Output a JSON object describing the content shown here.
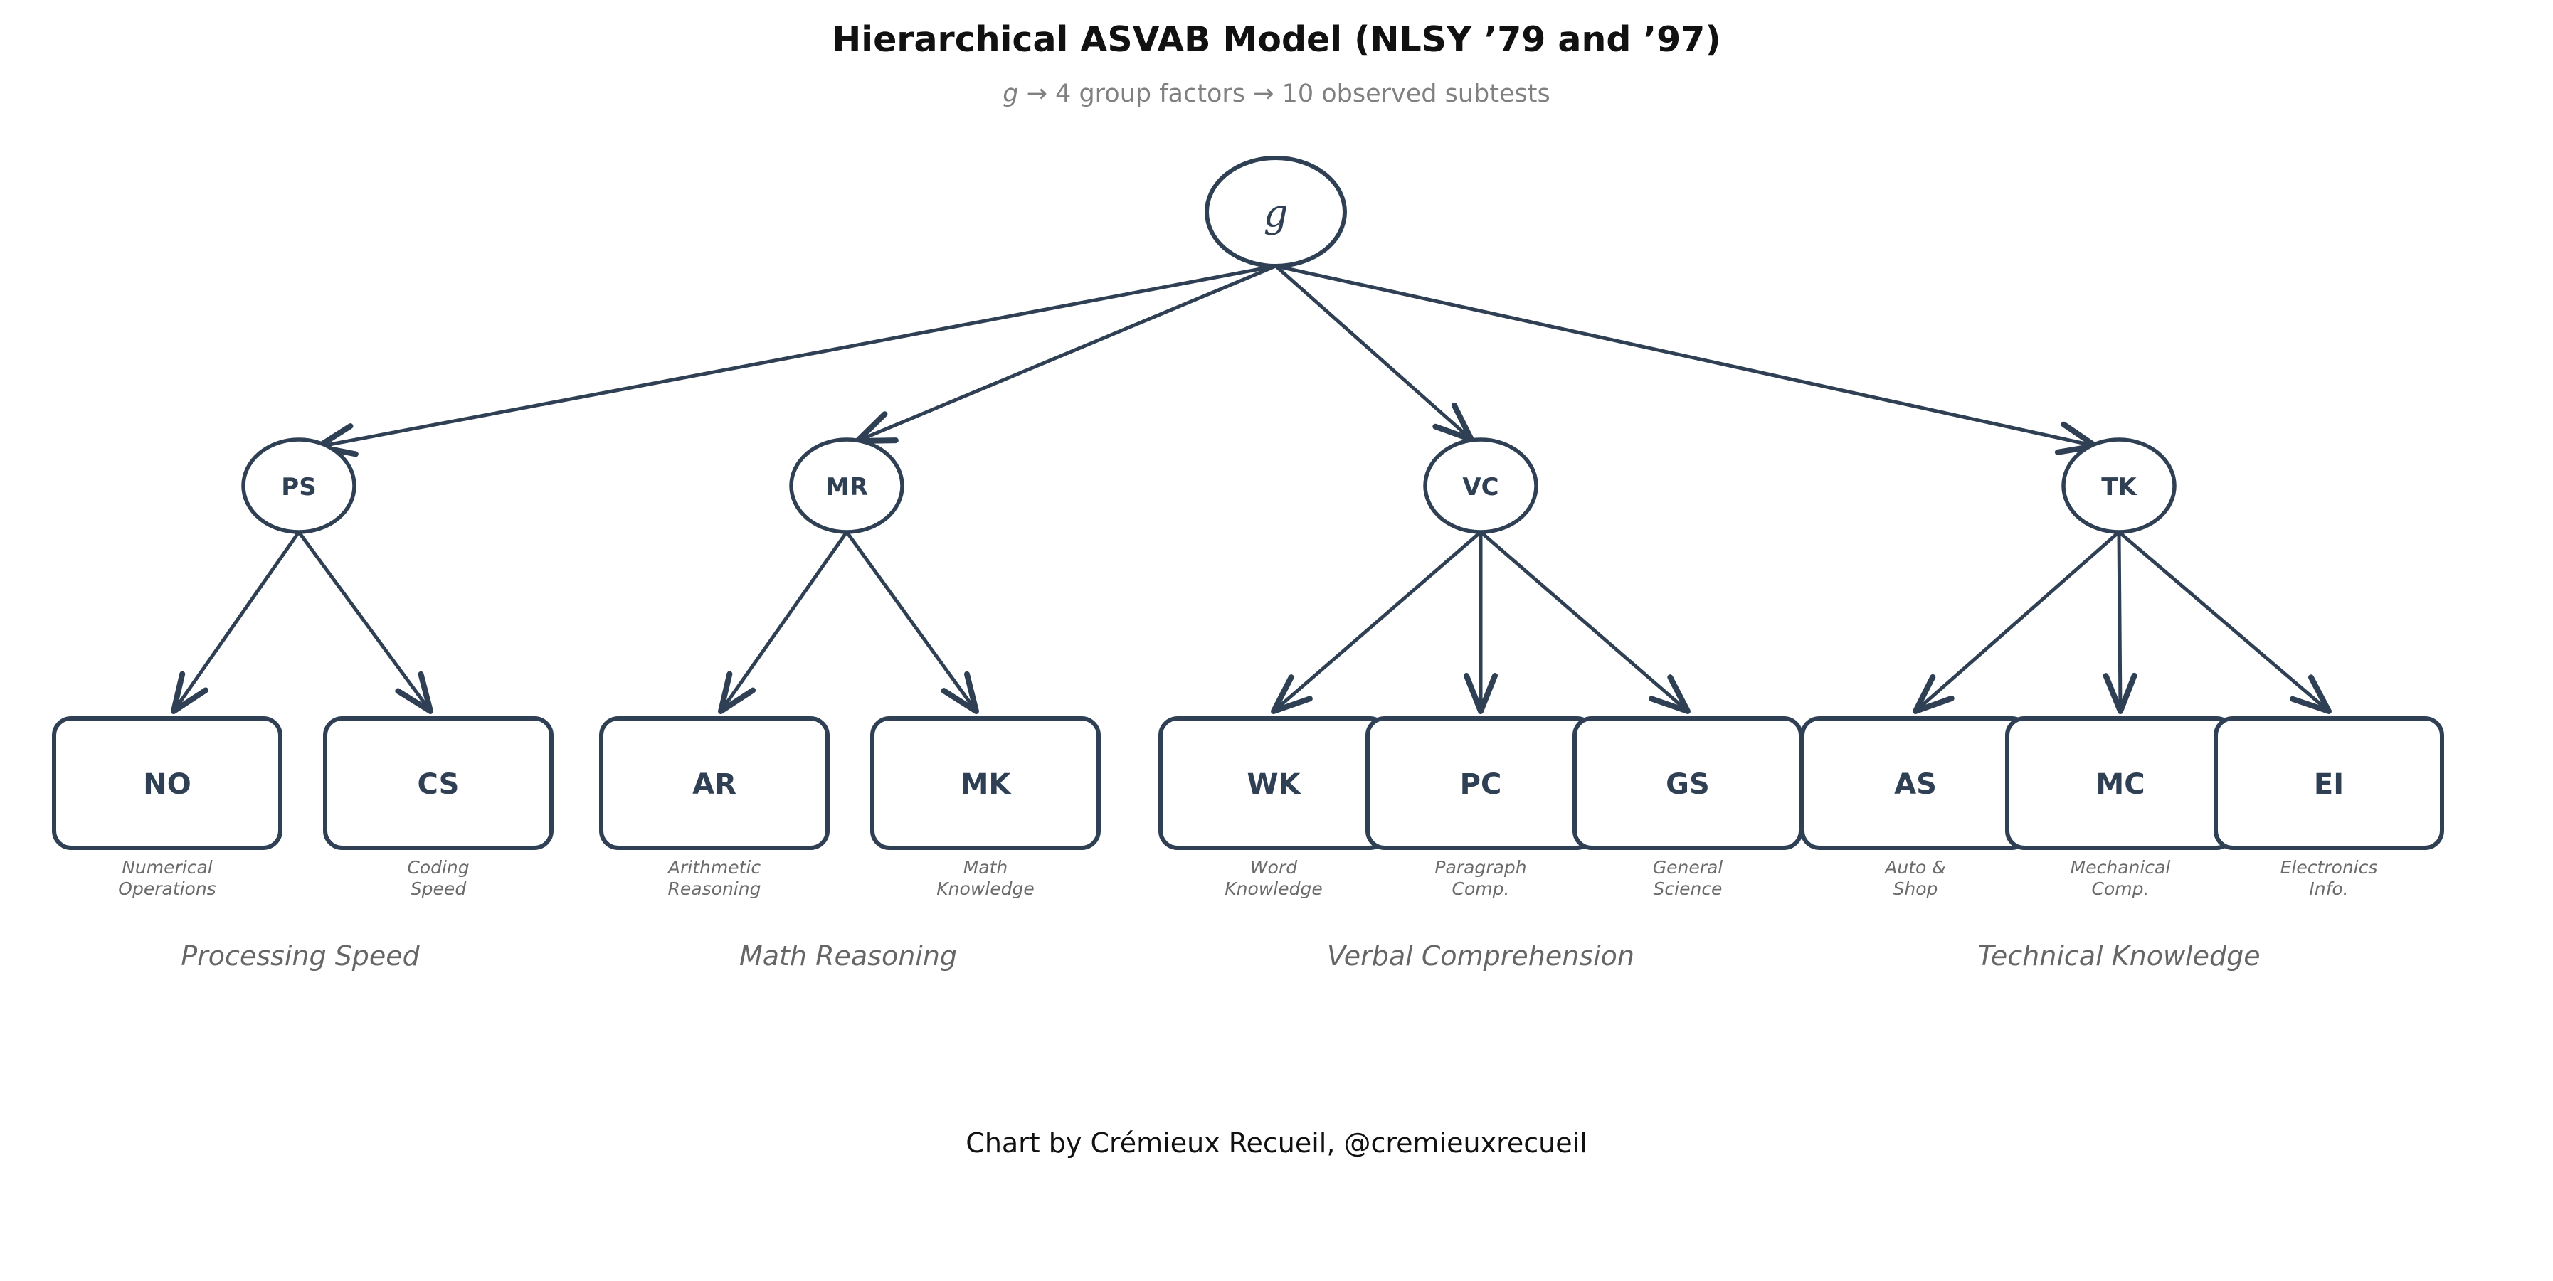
{
  "header": {
    "title": "Hierarchical ASVAB Model (NLSY ’79 and ’97)",
    "subtitle_g": "g",
    "subtitle_rest": " → 4 group factors → 10 observed subtests"
  },
  "footer": {
    "credit": "Chart by Crémieux Recueil, @cremieuxrecueil"
  },
  "colors": {
    "node_stroke": "#2f4054",
    "edge": "#2f4054",
    "caption": "#6b6b6b",
    "factor_name": "#666666",
    "subtitle": "#808080",
    "title": "#111111",
    "background": "#ffffff"
  },
  "chart_data": {
    "type": "diagram",
    "title": "Hierarchical ASVAB Model (NLSY ’79 and ’97)",
    "subtitle": "g → 4 group factors → 10 observed subtests",
    "levels": 3,
    "general_factor": {
      "id": "g",
      "label": "g"
    },
    "group_factors": [
      {
        "id": "PS",
        "label": "PS",
        "name": "Processing Speed"
      },
      {
        "id": "MR",
        "label": "MR",
        "name": "Math Reasoning"
      },
      {
        "id": "VC",
        "label": "VC",
        "name": "Verbal Comprehension"
      },
      {
        "id": "TK",
        "label": "TK",
        "name": "Technical Knowledge"
      }
    ],
    "subtests": [
      {
        "id": "NO",
        "label": "NO",
        "caption_line1": "Numerical",
        "caption_line2": "Operations",
        "parent": "PS"
      },
      {
        "id": "CS",
        "label": "CS",
        "caption_line1": "Coding",
        "caption_line2": "Speed",
        "parent": "PS"
      },
      {
        "id": "AR",
        "label": "AR",
        "caption_line1": "Arithmetic",
        "caption_line2": "Reasoning",
        "parent": "MR"
      },
      {
        "id": "MK",
        "label": "MK",
        "caption_line1": "Math",
        "caption_line2": "Knowledge",
        "parent": "MR"
      },
      {
        "id": "WK",
        "label": "WK",
        "caption_line1": "Word",
        "caption_line2": "Knowledge",
        "parent": "VC"
      },
      {
        "id": "PC",
        "label": "PC",
        "caption_line1": "Paragraph",
        "caption_line2": "Comp.",
        "parent": "VC"
      },
      {
        "id": "GS",
        "label": "GS",
        "caption_line1": "General",
        "caption_line2": "Science",
        "parent": "VC"
      },
      {
        "id": "AS",
        "label": "AS",
        "caption_line1": "Auto &",
        "caption_line2": "Shop",
        "parent": "TK"
      },
      {
        "id": "MC",
        "label": "MC",
        "caption_line1": "Mechanical",
        "caption_line2": "Comp.",
        "parent": "TK"
      },
      {
        "id": "EI",
        "label": "EI",
        "caption_line1": "Electronics",
        "caption_line2": "Info.",
        "parent": "TK"
      }
    ],
    "edges": [
      {
        "from": "g",
        "to": "PS"
      },
      {
        "from": "g",
        "to": "MR"
      },
      {
        "from": "g",
        "to": "VC"
      },
      {
        "from": "g",
        "to": "TK"
      },
      {
        "from": "PS",
        "to": "NO"
      },
      {
        "from": "PS",
        "to": "CS"
      },
      {
        "from": "MR",
        "to": "AR"
      },
      {
        "from": "MR",
        "to": "MK"
      },
      {
        "from": "VC",
        "to": "WK"
      },
      {
        "from": "VC",
        "to": "PC"
      },
      {
        "from": "VC",
        "to": "GS"
      },
      {
        "from": "TK",
        "to": "AS"
      },
      {
        "from": "TK",
        "to": "MC"
      },
      {
        "from": "TK",
        "to": "EI"
      }
    ]
  }
}
